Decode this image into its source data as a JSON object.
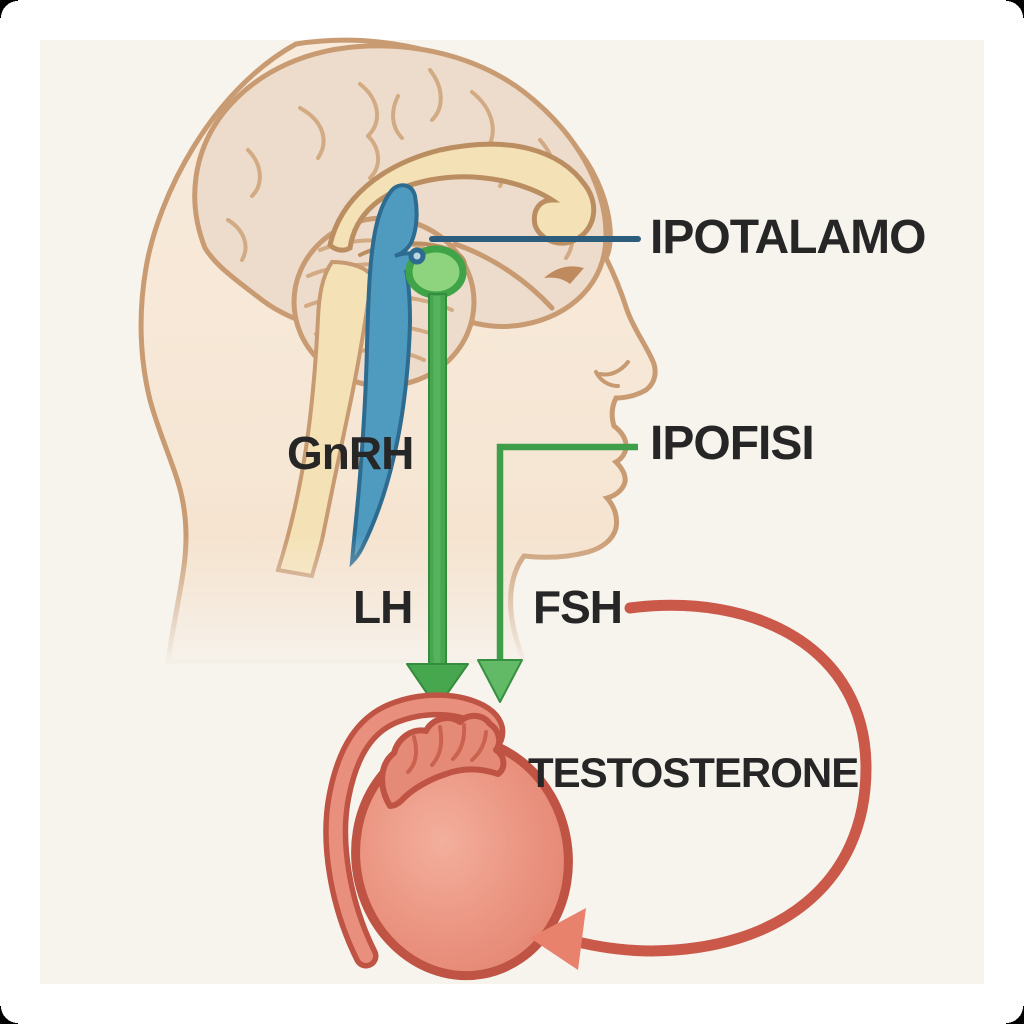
{
  "diagram": {
    "subject": "hypothalamus-pituitary-testis hormone axis",
    "labels": {
      "hypothalamus": "IPOTALAMO",
      "pituitary": "IPOFISI",
      "gnrh": "GnRH",
      "lh": "LH",
      "fsh": "FSH",
      "testosterone": "TESTOSTERONE"
    },
    "leader_lines": [
      {
        "label": "IPOTALAMO",
        "points_to": "hypothalamus",
        "color": "#2d5d7c"
      },
      {
        "label": "IPOFISI",
        "points_to": "pituitary-arrow",
        "color": "#3f9e49"
      }
    ],
    "arrows": [
      {
        "name": "gnrh-lh-arrow",
        "from": "pituitary",
        "to": "testis",
        "style": "thick",
        "color": "#46a74f"
      },
      {
        "name": "fsh-arrow",
        "from": "pituitary",
        "to": "testis",
        "style": "thin",
        "color": "#3f9e49"
      },
      {
        "name": "testosterone-feedback-arrow",
        "from": "testis",
        "to": "testis",
        "style": "curved",
        "color": "#cb5949"
      }
    ]
  },
  "colors": {
    "canvas": "#f7f4ee",
    "text": "#262626",
    "skin_fill": "#f8e9d9",
    "outline_tan": "#c99b72",
    "brain_fill": "#eddccb",
    "corpus_callosum": "#f4e1b6",
    "ventricle_blue": "#4f9abf",
    "ventricle_stroke": "#2d6b8f",
    "pituitary_green": "#8ed47f",
    "arrow_green": "#46a74f",
    "leader_green": "#3f9e49",
    "leader_blue": "#2d5d7c",
    "feedback_red": "#cb5949",
    "testis_fill": "#e5866f",
    "testis_stroke": "#bf5444"
  }
}
